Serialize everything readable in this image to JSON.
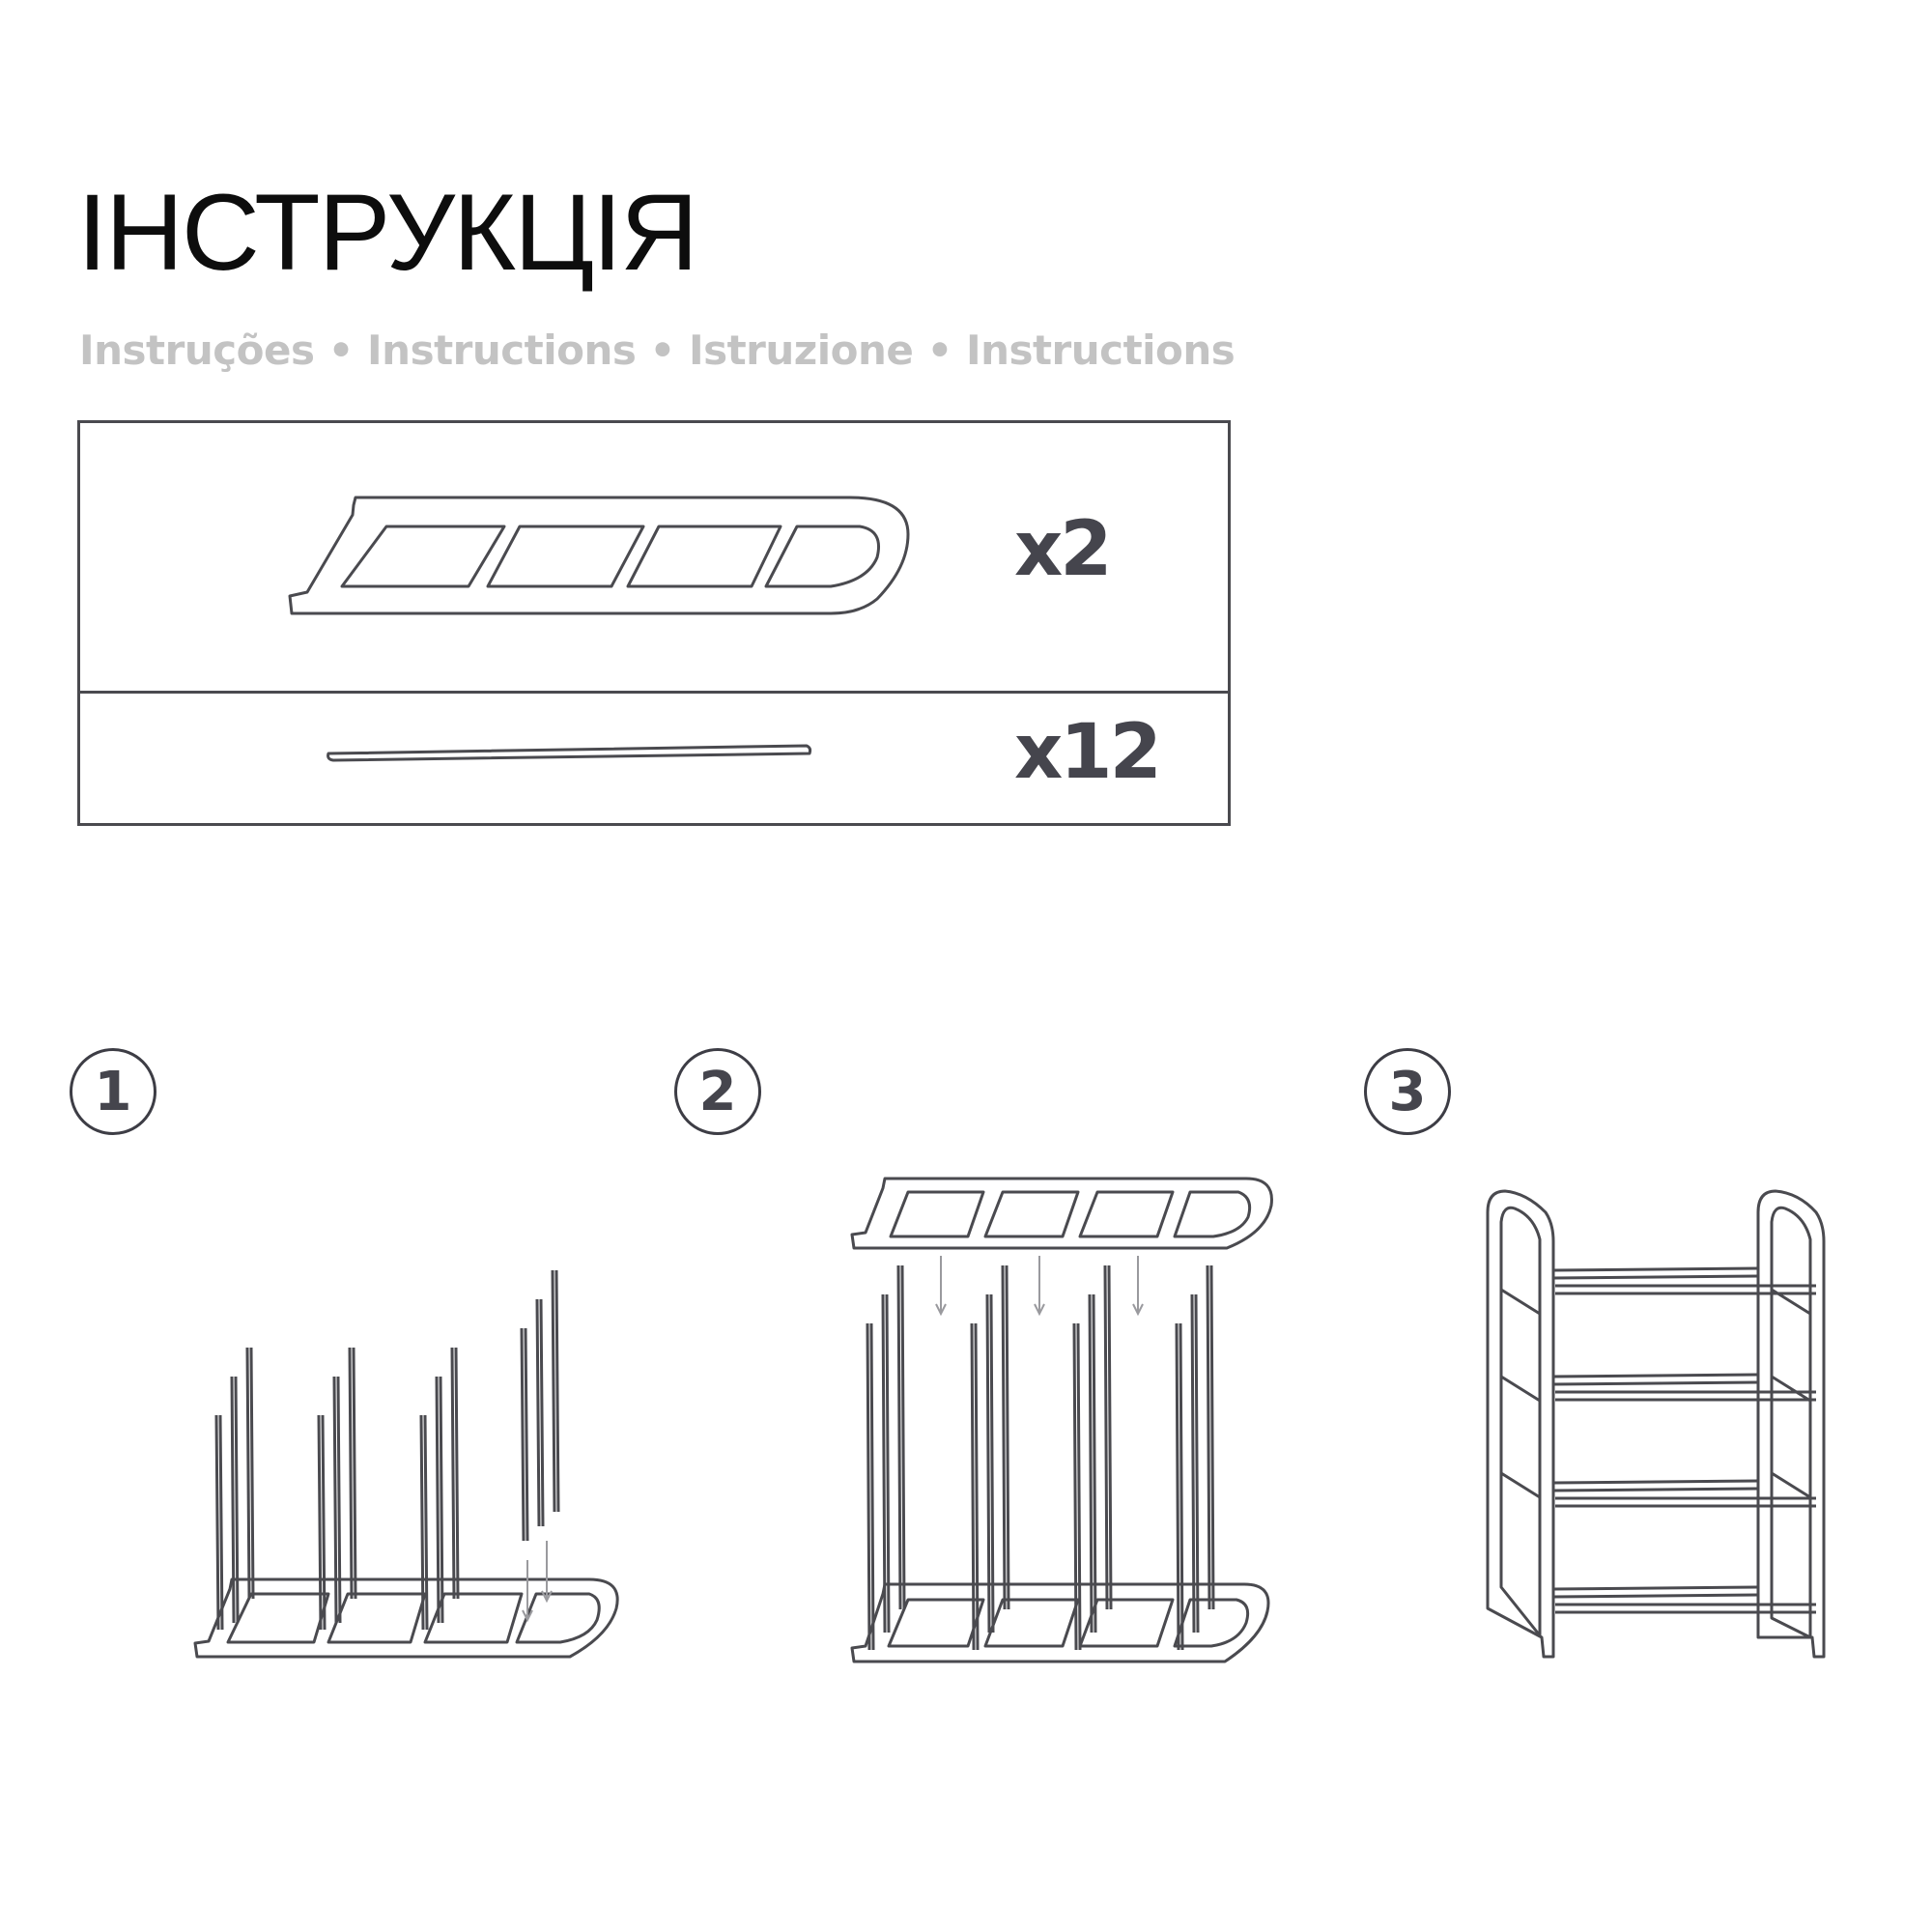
{
  "header": {
    "title": "ІНСТРУКЦІЯ",
    "subtitle": "Instruções • Instructions • Istruzione • Instructions"
  },
  "parts": [
    {
      "name": "side-frame",
      "quantity": "x2"
    },
    {
      "name": "rod",
      "quantity": "x12"
    }
  ],
  "steps": [
    {
      "number": "1"
    },
    {
      "number": "2"
    },
    {
      "number": "3"
    }
  ]
}
